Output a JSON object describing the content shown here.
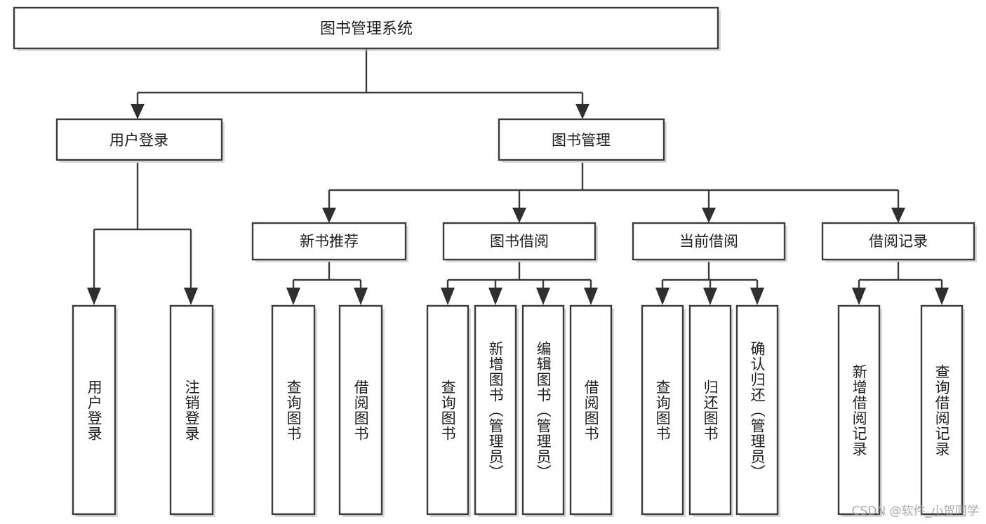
{
  "diagram": {
    "type": "tree-hierarchy",
    "title": "图书管理系统",
    "orientation": "top-down",
    "colors": {
      "box_fill": "#ffffff",
      "box_stroke": "#3b3b3b",
      "text": "#1f1f1f",
      "arrow": "#2f2f2f",
      "watermark": "#9a9a9a",
      "background": "#ffffff"
    },
    "root": {
      "label": "图书管理系统"
    },
    "level2": [
      {
        "label": "用户登录"
      },
      {
        "label": "图书管理"
      }
    ],
    "level3": [
      {
        "label": "新书推荐"
      },
      {
        "label": "图书借阅"
      },
      {
        "label": "当前借阅"
      },
      {
        "label": "借阅记录"
      }
    ],
    "leaves": {
      "user_login": [
        {
          "label": "用户登录"
        },
        {
          "label": "注销登录"
        }
      ],
      "new_book_recommend": [
        {
          "label": "查询图书"
        },
        {
          "label": "借阅图书"
        }
      ],
      "book_borrow": [
        {
          "label": "查询图书"
        },
        {
          "label": "新增图书（管理员）"
        },
        {
          "label": "编辑图书（管理员）"
        },
        {
          "label": "借阅图书"
        }
      ],
      "current_borrow": [
        {
          "label": "查询图书"
        },
        {
          "label": "归还图书"
        },
        {
          "label": "确认归还（管理员）"
        }
      ],
      "borrow_record": [
        {
          "label": "新增借阅记录"
        },
        {
          "label": "查询借阅记录"
        }
      ]
    }
  },
  "watermark": {
    "text": "CSDN @软件_小贺同学"
  }
}
